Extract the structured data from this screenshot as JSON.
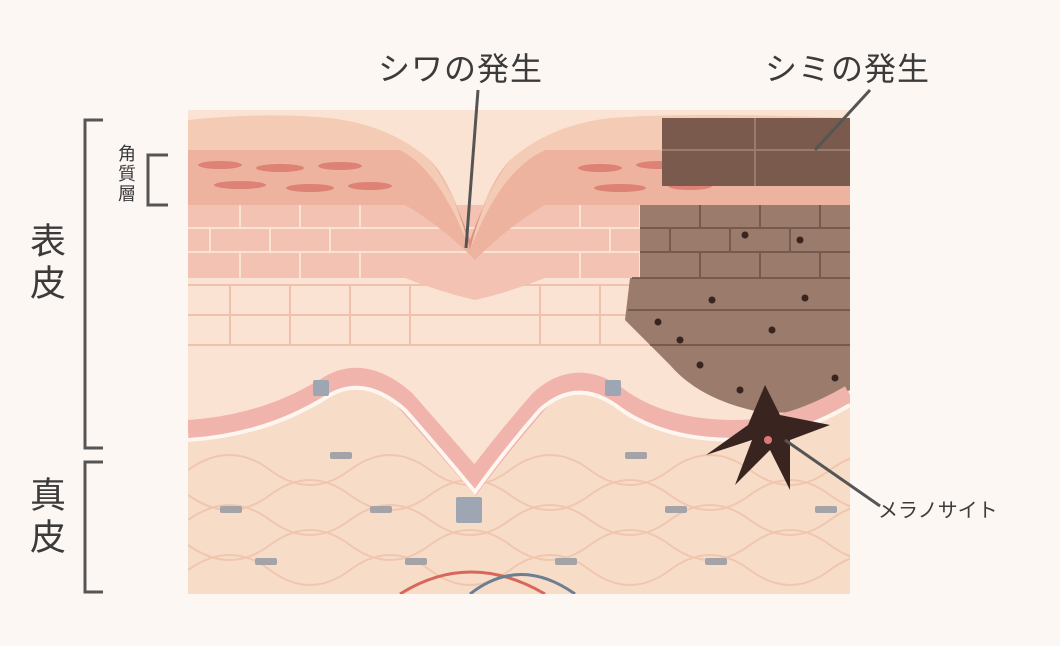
{
  "labels": {
    "wrinkle": "シワの発生",
    "spot": "シミの発生",
    "epidermis": "表皮",
    "dermis": "真皮",
    "stratum_corneum": "角質層",
    "melanocyte": "メラノサイト"
  },
  "colors": {
    "background": "#fdf7f4",
    "dermis": "#f7dcc8",
    "epidermis_base": "#f9d9c5",
    "spinous": "#fbe3d3",
    "granular": "#f3c2b2",
    "corneum": "#eeb39f",
    "surface": "#f4cbb4",
    "wrinkle_shadow": "#d88a7b",
    "basal": "#f1b4ac",
    "pigment_dark": "#6d5246",
    "pigment_mid": "#9a7b6c",
    "spot": "#7a5a4c",
    "melanocyte": "#3a2420",
    "line": "#555555",
    "vessel_red": "#d9665a",
    "vessel_blue": "#6b7f93"
  }
}
